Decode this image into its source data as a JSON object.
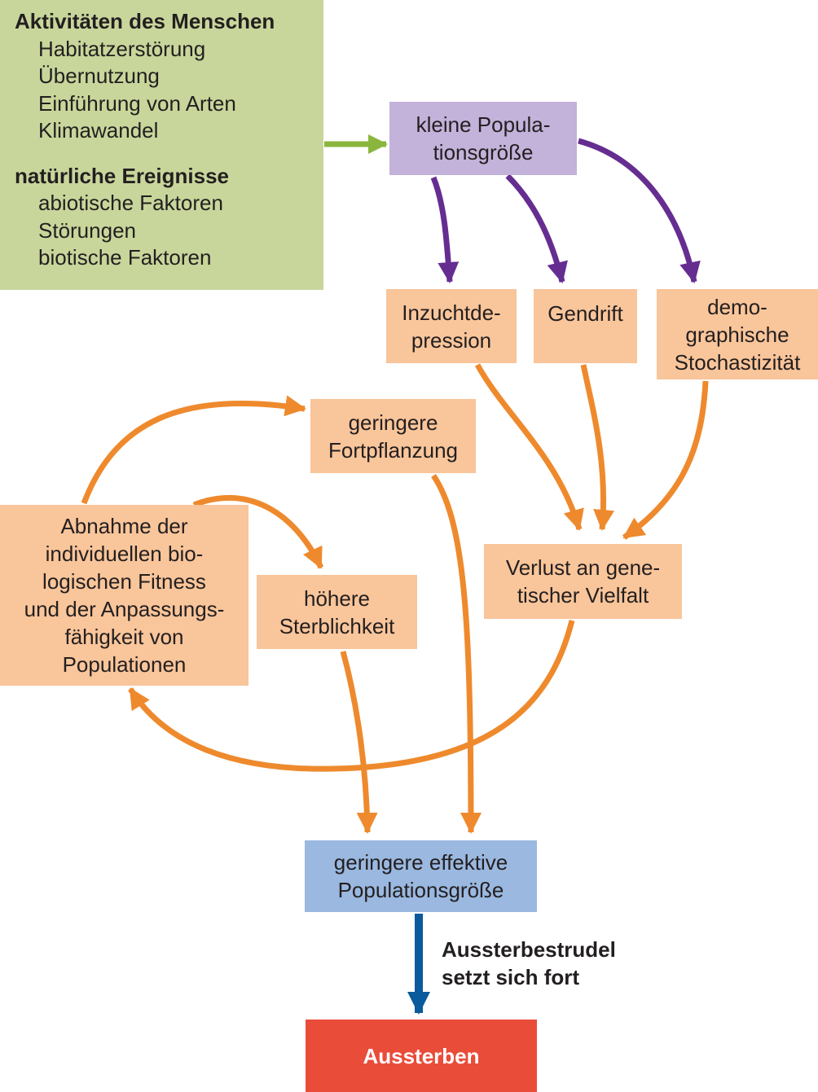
{
  "causes": {
    "human_heading": "Aktivitäten des Menschen",
    "human_items": [
      "Habitatzerstörung",
      "Übernutzung",
      "Einführung von Arten",
      "Klimawandel"
    ],
    "natural_heading": "natürliche Ereignisse",
    "natural_items": [
      "abiotische Faktoren",
      "Störungen",
      "biotische Faktoren"
    ]
  },
  "boxes": {
    "small_population": [
      "kleine Popula-",
      "tionsgröße"
    ],
    "inbreeding": [
      "Inzuchtde-",
      "pression"
    ],
    "drift": [
      "Gendrift"
    ],
    "demographic": [
      "demo-",
      "graphische",
      "Stochastizität"
    ],
    "lower_reproduction": [
      "geringere",
      "Fortpflanzung"
    ],
    "fitness_decline": [
      "Abnahme der",
      "individuellen bio-",
      "logischen Fitness",
      "und der Anpassungs-",
      "fähigkeit von",
      "Populationen"
    ],
    "higher_mortality": [
      "höhere",
      "Sterblichkeit"
    ],
    "genetic_loss": [
      "Verlust an gene-",
      "tischer Vielfalt"
    ],
    "effective_size": [
      "geringere effektive",
      "Populationsgröße"
    ],
    "extinction": [
      "Aussterben"
    ]
  },
  "spiral_label": [
    "Aussterbestrudel",
    "setzt sich fort"
  ],
  "colors": {
    "causes_bg": "#c8d69b",
    "purple_box": "#c3b2da",
    "orange_box": "#f9c59a",
    "blue_box": "#9ab8e0",
    "red_box": "#ea4c3a",
    "green_arrow": "#8ab63d",
    "purple_arrow": "#662d91",
    "orange_arrow": "#ee8a2d",
    "blue_arrow": "#0b5a9c"
  }
}
